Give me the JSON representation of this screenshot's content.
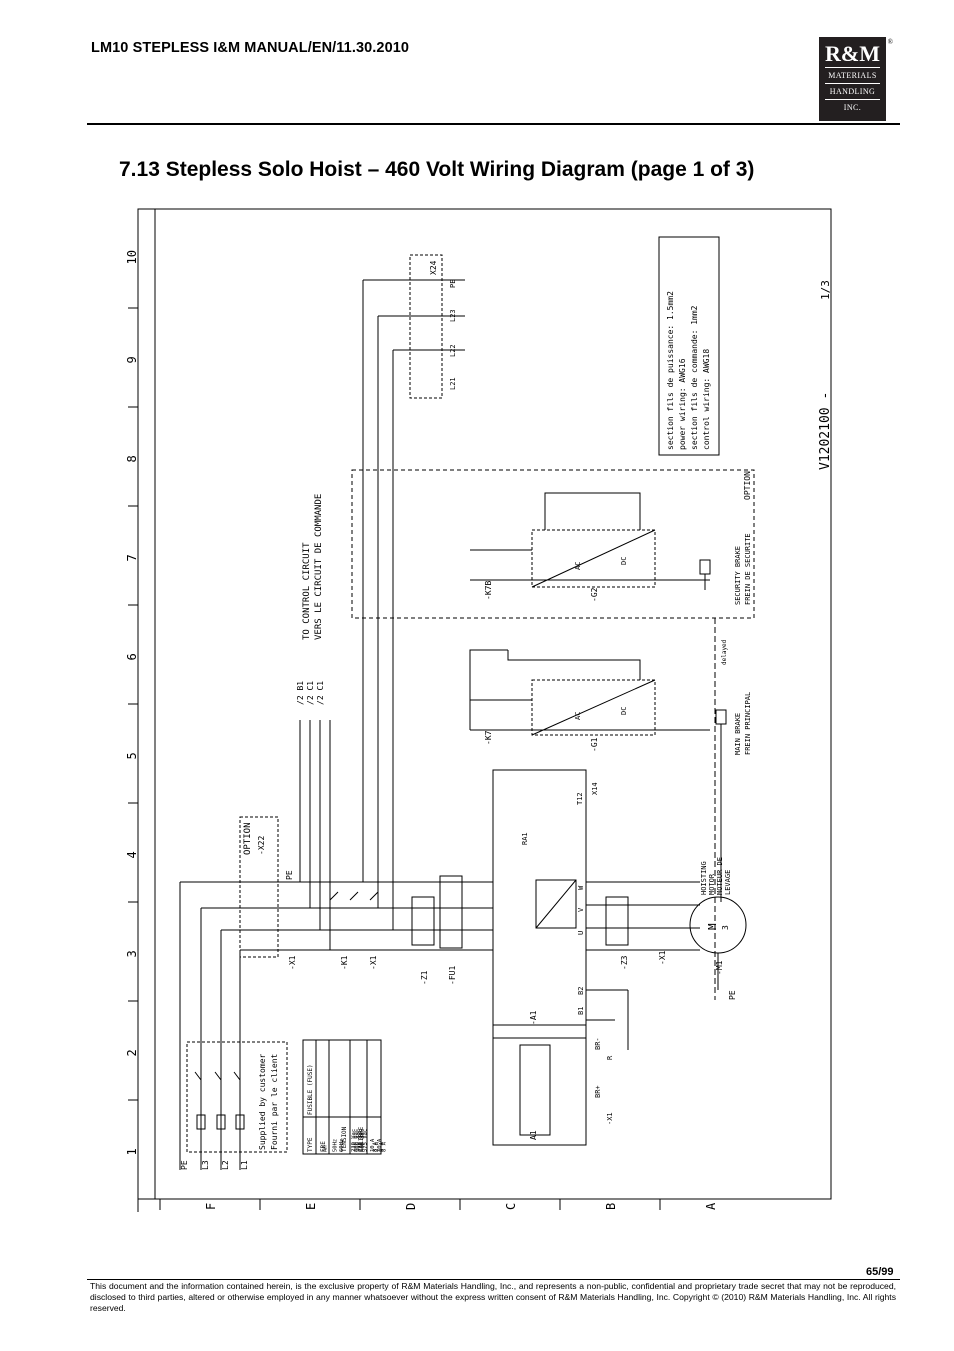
{
  "header": {
    "doc_title": "LM10 STEPLESS I&M MANUAL/EN/11.30.2010",
    "logo": {
      "main": "R&M",
      "line1": "MATERIALS",
      "line2": "HANDLING",
      "line3": "INC.",
      "reg": "®"
    }
  },
  "section_title": "7.13   Stepless Solo Hoist – 460 Volt Wiring Diagram (page 1 of 3)",
  "diagram": {
    "columns": [
      "1",
      "2",
      "3",
      "4",
      "5",
      "6",
      "7",
      "8",
      "9",
      "10"
    ],
    "rows": [
      "F",
      "E",
      "D",
      "C",
      "B",
      "A"
    ],
    "drawing_no": "V1202100 -",
    "sheet": "1/3",
    "notes": [
      "section fils de puissance: 1.5mm2",
      "power wiring: AWG16",
      "section fils de commande: 1mm2",
      "control wiring: AWG18"
    ],
    "option_label": "OPTION",
    "x22": "-X22",
    "x24": "X24",
    "control_circuit": [
      "TO CONTROL CIRCUIT",
      "VERS LE CIRCUIT DE COMMANDE"
    ],
    "supply": [
      "Supplied by customer",
      "Fourni par le client"
    ],
    "fuse_table": {
      "title": "FUSIBLE (FUSE)",
      "headers": [
        "TYPE",
        "FRE",
        "TENSION",
        "CALIBRE"
      ],
      "rows": [
        [
          "",
          "",
          "230 Vac",
          "10 A"
        ],
        [
          "",
          "50Hz",
          "400 Vac",
          "8 A"
        ],
        [
          "Am",
          "",
          "500 Vac",
          "8 A"
        ],
        [
          "",
          "",
          "230 Vac",
          "10 A"
        ],
        [
          "",
          "60Hz",
          "460 Vac",
          "8 A"
        ],
        [
          "",
          "",
          "575 Vac",
          "8 A"
        ]
      ]
    },
    "labels": {
      "pe": "PE",
      "l1": "L1",
      "l2": "L2",
      "l3": "L3",
      "x1": "-X1",
      "k1": "-K1",
      "z1": "-Z1",
      "fu1": "-FU1",
      "a1": "-A1",
      "a1b": "A1",
      "z3": "-Z3",
      "m1": "-M1",
      "k7": "-K7",
      "k7b": "-K7B",
      "g1": "-G1",
      "g2": "-G2",
      "ra1": "RA1",
      "t12": "T12",
      "x14": "X14",
      "motor": [
        "HOISTING",
        "MOTOR",
        "MOTEUR DE",
        "LEVAGE"
      ],
      "motor_sym": "M",
      "motor_ph": "3",
      "main_brake": [
        "MAIN BRAKE",
        "FREIN PRINCIPAL"
      ],
      "security_brake": [
        "SECURITY BRAKE",
        "FREIN DE SECURITE"
      ],
      "delayed": "delayed",
      "ref_b1": "/2 B1",
      "ref_c1": "/2 C1",
      "u": "U",
      "v": "V",
      "w": "W",
      "br_plus": "BR+",
      "br_minus": "BR-",
      "b1": "B1",
      "b2": "B2",
      "r": "R",
      "ac": "AC",
      "dc": "DC",
      "l21": "L21",
      "l22": "L22",
      "l23": "L23"
    }
  },
  "page_number": "65/99",
  "footer": "This document and the information contained herein, is the exclusive property of R&M Materials Handling, Inc., and represents a non-public, confidential and proprietary trade secret that may not be reproduced, disclosed to third parties, altered or otherwise employed in any manner whatsoever without the express written consent of R&M Materials Handling, Inc. Copyright © (2010) R&M Materials Handling, Inc.  All rights reserved."
}
